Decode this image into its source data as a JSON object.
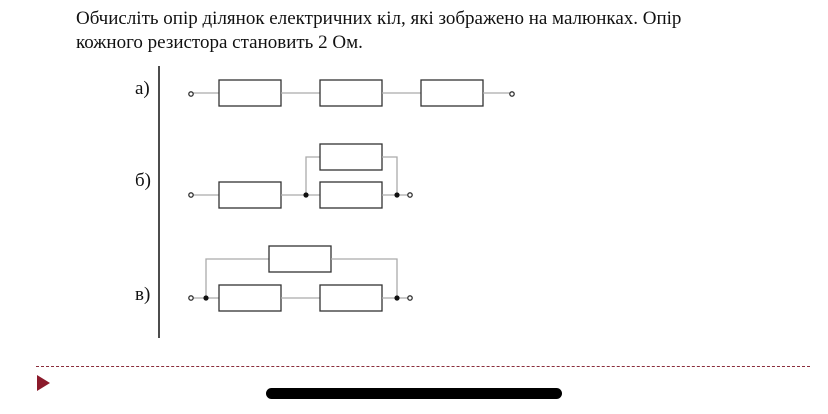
{
  "problem": {
    "line1": "Обчисліть опір ділянок електричних кіл, які зображено на малюнках. Опір",
    "line2": "кожного резистора становить 2 Ом."
  },
  "circuits": {
    "a_label": "а)",
    "b_label": "б)",
    "c_label": "в)"
  },
  "colors": {
    "divider": "#8b2e3c",
    "play_icon": "#8b1a2b"
  },
  "icons": {
    "play": "play-icon"
  }
}
